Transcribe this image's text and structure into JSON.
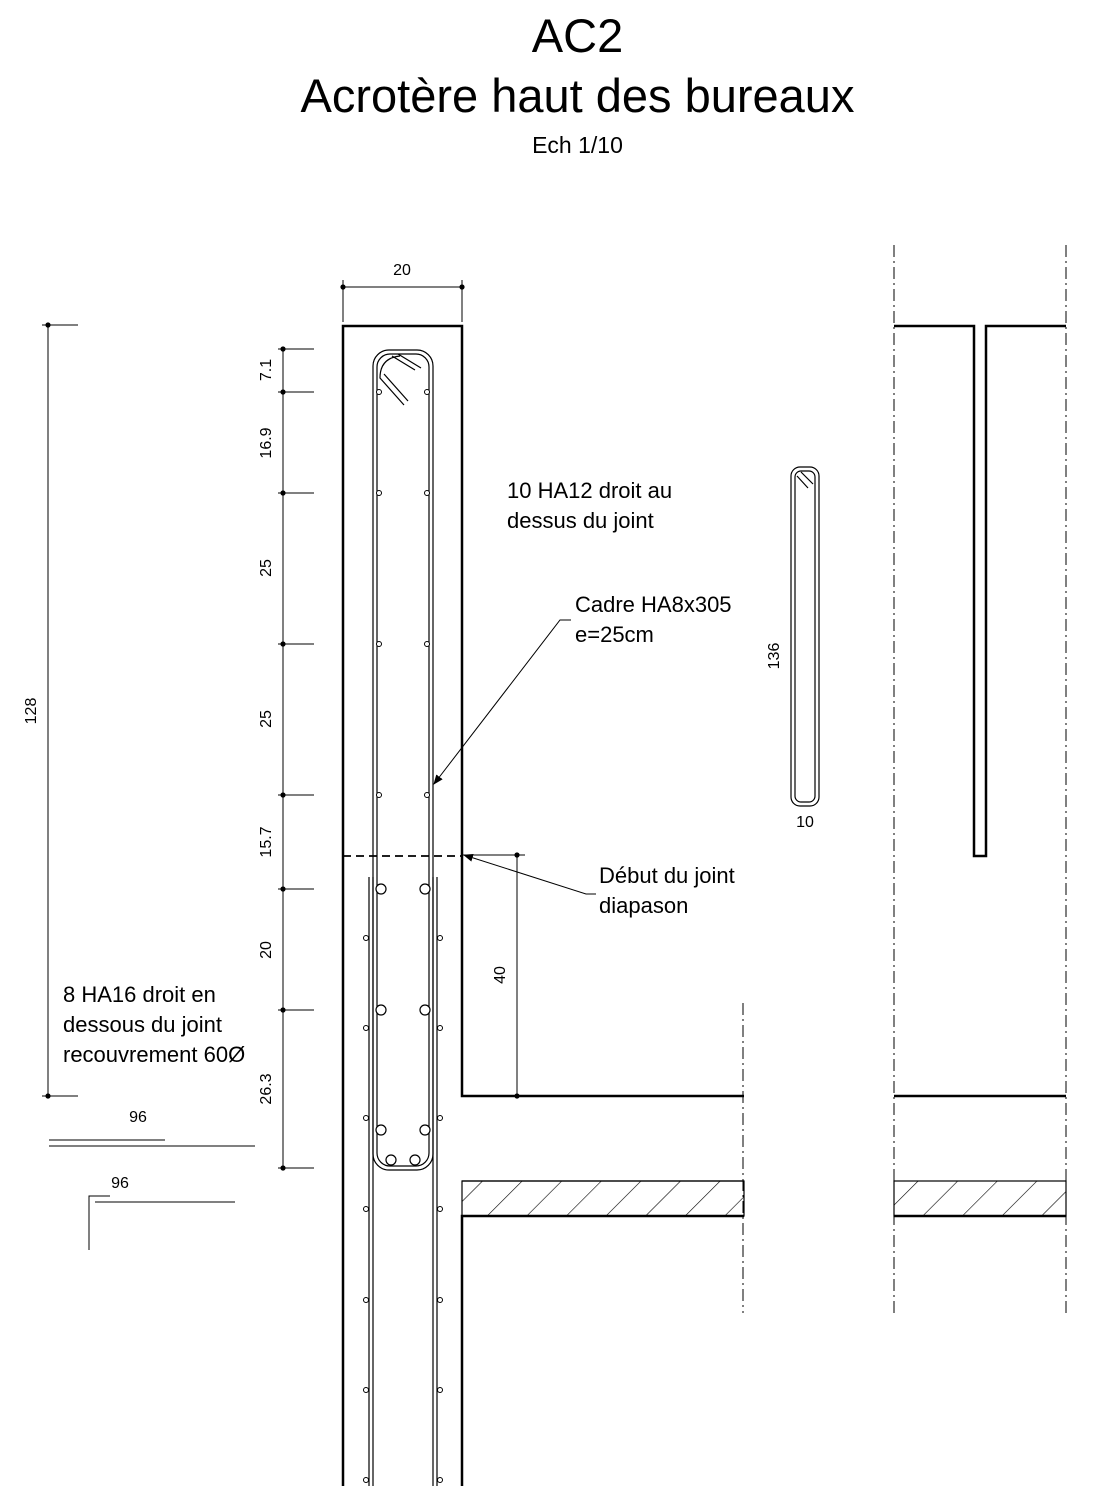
{
  "title": {
    "code": "AC2",
    "name": "Acrotère haut des bureaux",
    "scale": "Ech 1/10"
  },
  "dimensions": {
    "wall_width": "20",
    "total_height": "128",
    "spacing": [
      "7.1",
      "16.9",
      "25",
      "25",
      "15.7",
      "20",
      "26.3"
    ],
    "joint_depth": "40",
    "frame_length": "136",
    "frame_width": "10",
    "bar_length_upper": "96",
    "bar_length_lower": "96"
  },
  "annotations": {
    "upper_bars": [
      "10 HA12 droit au",
      "dessus du joint"
    ],
    "stirrup": [
      "Cadre HA8x305",
      "e=25cm"
    ],
    "joint": [
      "Début du joint",
      "diapason"
    ],
    "lower_bars": [
      "8 HA16 droit en",
      "dessous du joint",
      "recouvrement 60Ø"
    ]
  }
}
